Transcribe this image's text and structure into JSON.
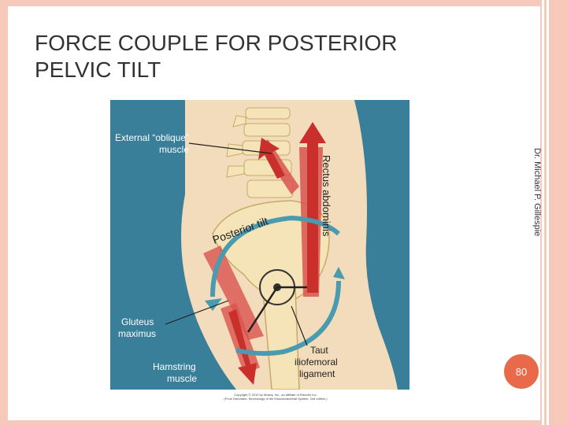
{
  "slide": {
    "title_line1": "FORCE COUPLE FOR POSTERIOR",
    "title_line2": "PELVIC TILT",
    "author": "Dr. Michael P. Gillespie",
    "page_number": "80"
  },
  "figure": {
    "label_external_oblique": "External “oblique”",
    "label_external_oblique_2": "muscle",
    "label_rectus": "Rectus abdominis",
    "label_posterior_tilt": "Posterior tilt",
    "label_gluteus": "Gluteus",
    "label_gluteus_2": "maximus",
    "label_hamstring": "Hamstring",
    "label_hamstring_2": "muscle",
    "label_taut": "Taut",
    "label_iliofemoral": "iliofemoral",
    "label_ligament": "ligament",
    "copyright_1": "Copyright © 2010 by Mosby, Inc., an affiliate of Elsevier Inc.",
    "copyright_2": "(From Neumann: Kinesiology of the Musculoskeletal System, 2nd edition.)"
  },
  "colors": {
    "background_blue": "#3a7f9a",
    "body_tan": "#f2dcbb",
    "bone": "#f4e4b8",
    "muscle_red": "#d9534f",
    "arrow_teal": "#4a9bb0",
    "badge": "#e86a4a"
  }
}
